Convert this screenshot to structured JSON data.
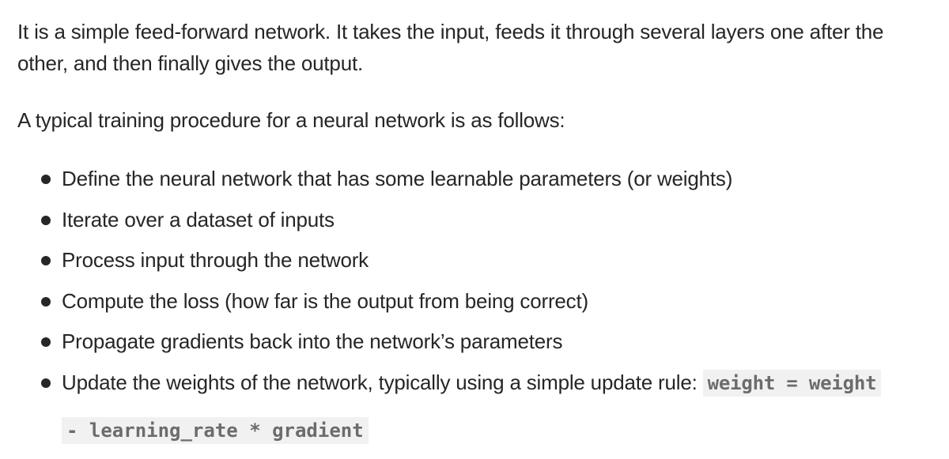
{
  "paragraphs": {
    "intro": "It is a simple feed-forward network. It takes the input, feeds it through several layers one after the other, and then finally gives the output.",
    "procedure_lead": "A typical training procedure for a neural network is as follows:"
  },
  "steps": [
    "Define the neural network that has some learnable parameters (or weights)",
    "Iterate over a dataset of inputs",
    "Process input through the network",
    "Compute the loss (how far is the output from being correct)",
    "Propagate gradients back into the network’s parameters",
    "Update the weights of the network, typically using a simple update rule:"
  ],
  "update_rule": {
    "line1": "weight = weight",
    "line2": "- learning_rate * gradient"
  }
}
